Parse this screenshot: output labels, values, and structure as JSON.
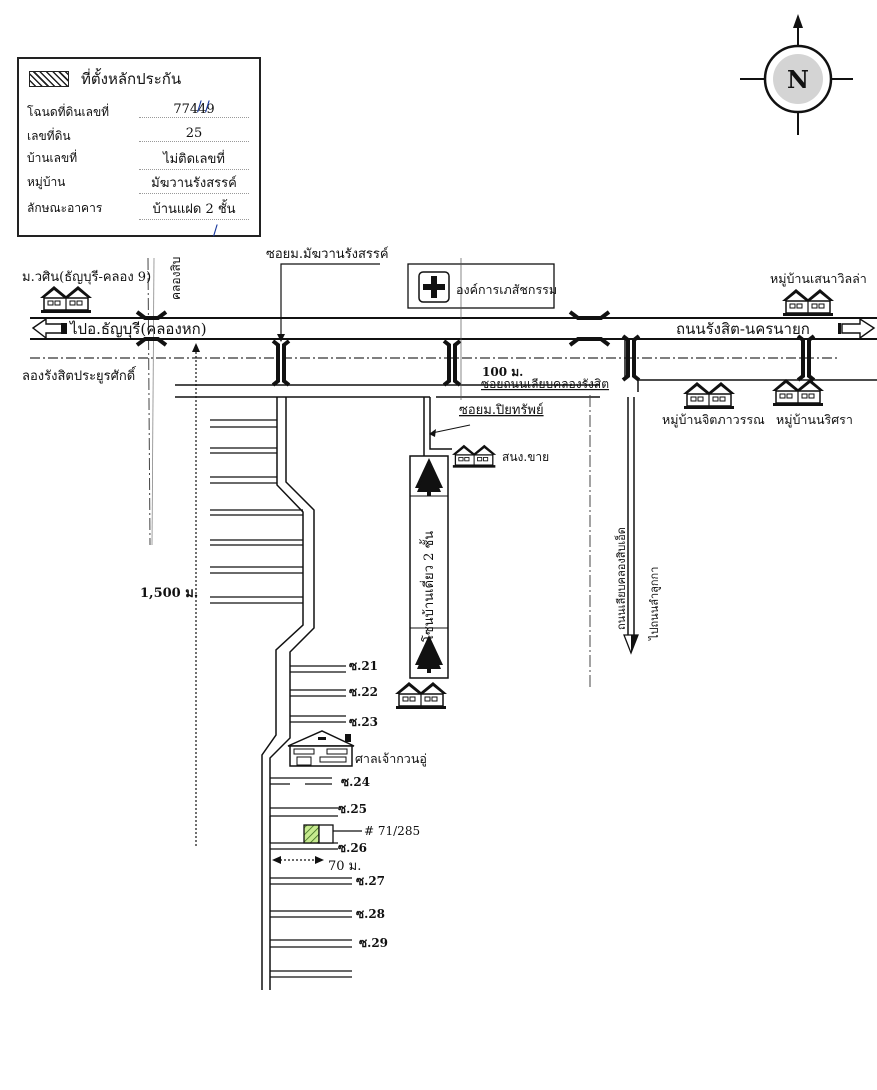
{
  "legend": {
    "title": "ที่ตั้งหลักประกัน",
    "hatch_icon": "hatched-collateral-symbol",
    "rows": [
      {
        "key": "โฉนดที่ดินเลขที่",
        "value": "77449"
      },
      {
        "key": "เลขที่ดิน",
        "value": "25"
      },
      {
        "key": "บ้านเลขที่",
        "value": "ไม่ติดเลขที่"
      },
      {
        "key": "หมู่บ้าน",
        "value": "มัฆวานรังสรรค์"
      },
      {
        "key": "ลักษณะอาคาร",
        "value": "บ้านแฝด  2 ชั้น"
      }
    ],
    "check_mark": "/"
  },
  "compass": {
    "label": "N",
    "icon": "north-compass-icon"
  },
  "roads": {
    "main_road_left": "ไปอ.ธัญบุรี(คลองหก)",
    "main_road_right": "ถนนรังสิต-นครนายก",
    "canal_main": "ลองรังสิตประยูรศักดิ์",
    "canal_vertical": "คลองสิบ",
    "soi_makkawan": "ซอยม.มัฆวานรังสรรค์",
    "soi_piyasap": "ซอยม.ปิยทรัพย์",
    "soi_canal_side": "ซอยถนนเลียบคลองรังสิต",
    "canal_side_distance": "100 ม.",
    "road_canal_11": "ถนนเลียบคลองสิบเอ็ด",
    "to_lamlukka": "ไปถนนลำลูกกา",
    "distance_main": "1,500 ม.",
    "distance_soi": "70 ม."
  },
  "landmarks": {
    "pharmacy": "องค์การเภสัชกรรม",
    "village_wathin": "ม.วศิน(ธัญบุรี-คลอง 9)",
    "village_senavilla": "หมู่บ้านเสนาวิลล่า",
    "village_jitpawan": "หมู่บ้านจิตภาวรรณ",
    "village_narisara": "หมู่บ้านนริศรา",
    "sales_office": "สนง.ขาย",
    "zone_single_house": "โซนบ้านเดี่ยว 2 ชั้น",
    "shrine": "ศาลเจ้ากวนอู่",
    "property_number": "# 71/285"
  },
  "sois": [
    "ซ.21",
    "ซ.22",
    "ซ.23",
    "ซ.24",
    "ซ.25",
    "ซ.26",
    "ซ.27",
    "ซ.28",
    "ซ.29"
  ],
  "colors": {
    "ink": "#111111",
    "collateral_fill": "#9fd25a",
    "check_ink": "#1a3a9e"
  }
}
